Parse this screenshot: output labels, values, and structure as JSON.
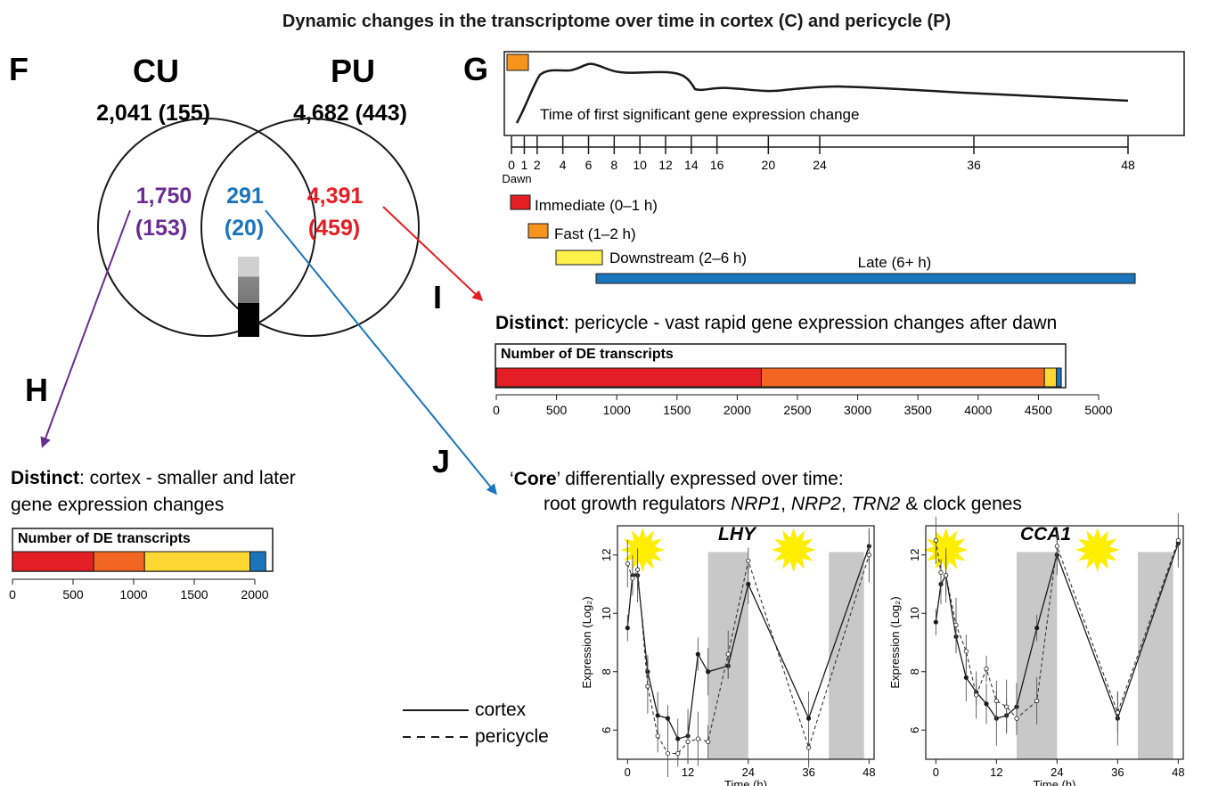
{
  "title": "Dynamic changes in the transcriptome over time in cortex (C) and pericycle (P)",
  "panels": {
    "F": "F",
    "G": "G",
    "H": "H",
    "I": "I",
    "J": "J"
  },
  "venn": {
    "cu_label": "CU",
    "pu_label": "PU",
    "cu_total": "2,041 (155)",
    "pu_total": "4,682 (443)",
    "cu_only": "1,750",
    "cu_only_sub": "(153)",
    "overlap": "291",
    "overlap_sub": "(20)",
    "pu_only": "4,391",
    "pu_only_sub": "(459)"
  },
  "colors": {
    "red": "#e31e24",
    "orange": "#f26522",
    "light_orange": "#f7941d",
    "yellow": "#fdd835",
    "blue": "#1b75bc",
    "purple": "#6a2c91",
    "sun": "#ffee00",
    "night": "#c8c8c8"
  },
  "timeline": {
    "caption": "Time of first significant gene expression change",
    "ticks": [
      "0",
      "1",
      "2",
      "4",
      "6",
      "8",
      "10",
      "12",
      "14",
      "16",
      "20",
      "24",
      "36",
      "48"
    ],
    "tick_values": [
      0,
      1,
      2,
      4,
      6,
      8,
      10,
      12,
      14,
      16,
      20,
      24,
      36,
      48
    ],
    "dawn": "Dawn",
    "phases": [
      {
        "label": "Immediate (0–1 h)",
        "color": "#e31e24"
      },
      {
        "label": "Fast (1–2 h)",
        "color": "#f7941d"
      },
      {
        "label": "Downstream (2–6 h)",
        "color": "#fff04a"
      },
      {
        "label": "Late (6+ h)",
        "color": "#1b75bc"
      }
    ]
  },
  "pericycle": {
    "title_bold": "Distinct",
    "title_rest": ": pericycle - vast rapid gene expression changes after dawn",
    "bar_label": "Number of DE transcripts",
    "axis_ticks": [
      "0",
      "500",
      "1000",
      "1500",
      "2000",
      "2500",
      "3000",
      "3500",
      "4000",
      "4500",
      "5000"
    ],
    "segments": [
      {
        "phase": "Immediate",
        "value": 2200,
        "color": "#e31e24"
      },
      {
        "phase": "Fast",
        "value": 2350,
        "color": "#f26522"
      },
      {
        "phase": "Downstream",
        "value": 100,
        "color": "#fdd835"
      },
      {
        "phase": "Late",
        "value": 40,
        "color": "#1b75bc"
      }
    ]
  },
  "cortex": {
    "title_bold": "Distinct",
    "title_rest": ": cortex - smaller and later",
    "title_line2": "gene expression changes",
    "bar_label": "Number of DE transcripts",
    "axis_ticks": [
      "0",
      "500",
      "1000",
      "1500",
      "2000"
    ],
    "segments": [
      {
        "phase": "Immediate",
        "value": 670,
        "color": "#e31e24"
      },
      {
        "phase": "Fast",
        "value": 420,
        "color": "#f26522"
      },
      {
        "phase": "Downstream",
        "value": 870,
        "color": "#fdd835"
      },
      {
        "phase": "Late",
        "value": 130,
        "color": "#1b75bc"
      }
    ]
  },
  "core": {
    "quote_word": "Core",
    "line1_rest": " differentially expressed over time:",
    "line2_prefix": "root growth regulators ",
    "nrp1": "NRP1",
    "nrp2": "NRP2",
    "trn2": "TRN2",
    "line2_suffix": " & clock genes"
  },
  "legend": {
    "cortex": "cortex",
    "pericycle": "pericycle"
  },
  "chart_data": [
    {
      "type": "line",
      "title": "LHY",
      "xlabel": "Time (h)",
      "ylabel": "Expression (Log₂)",
      "xlim": [
        -2,
        49
      ],
      "ylim": [
        5,
        13
      ],
      "xticks": [
        0,
        12,
        24,
        36,
        48
      ],
      "yticks": [
        6,
        8,
        10,
        12
      ],
      "night_shading": [
        [
          16,
          24
        ],
        [
          40,
          47
        ]
      ],
      "series": [
        {
          "name": "cortex",
          "x": [
            0,
            1,
            2,
            4,
            6,
            8,
            10,
            12,
            14,
            16,
            20,
            24,
            36,
            48
          ],
          "y": [
            9.5,
            11.3,
            11.3,
            8.0,
            6.5,
            6.4,
            5.7,
            5.8,
            8.6,
            8.0,
            8.2,
            11.0,
            6.4,
            12.3
          ]
        },
        {
          "name": "pericycle",
          "x": [
            0,
            1,
            2,
            4,
            6,
            8,
            10,
            12,
            14,
            16,
            20,
            24,
            36,
            48
          ],
          "y": [
            11.7,
            11.2,
            11.5,
            7.5,
            5.8,
            5.2,
            5.2,
            5.6,
            5.7,
            5.6,
            8.6,
            11.8,
            5.4,
            12.0
          ]
        }
      ]
    },
    {
      "type": "line",
      "title": "CCA1",
      "xlabel": "Time (h)",
      "ylabel": "Expression (Log₂)",
      "xlim": [
        -2,
        49
      ],
      "ylim": [
        5,
        13
      ],
      "xticks": [
        0,
        12,
        24,
        36,
        48
      ],
      "yticks": [
        6,
        8,
        10,
        12
      ],
      "night_shading": [
        [
          16,
          24
        ],
        [
          40,
          47
        ]
      ],
      "series": [
        {
          "name": "cortex",
          "x": [
            0,
            1,
            2,
            4,
            6,
            8,
            10,
            12,
            14,
            16,
            20,
            24,
            36,
            48
          ],
          "y": [
            9.7,
            11.0,
            11.3,
            9.2,
            7.8,
            7.3,
            6.9,
            6.4,
            6.5,
            6.8,
            9.5,
            12.0,
            6.4,
            12.4
          ]
        },
        {
          "name": "pericycle",
          "x": [
            0,
            1,
            2,
            4,
            6,
            8,
            10,
            12,
            14,
            16,
            20,
            24,
            36,
            48
          ],
          "y": [
            12.5,
            11.4,
            11.3,
            9.6,
            8.7,
            7.2,
            8.1,
            7.0,
            6.8,
            6.4,
            7.0,
            12.3,
            6.6,
            12.5
          ]
        }
      ]
    }
  ]
}
